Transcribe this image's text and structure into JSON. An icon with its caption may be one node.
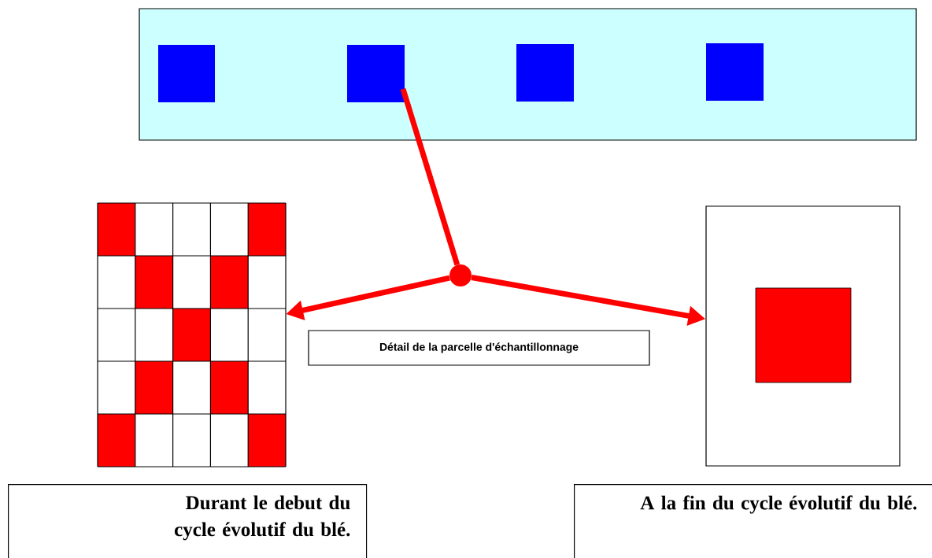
{
  "diagram": {
    "nodes": [
      {
        "text": [],
        "shape": "box"
      },
      {
        "text": [],
        "shape": "box",
        "in": 0
      },
      {
        "text": [],
        "shape": "box",
        "in": 0
      },
      {
        "text": [],
        "shape": "box",
        "in": 0
      },
      {
        "text": [],
        "shape": "box",
        "in": 0
      },
      {
        "text": [],
        "shape": "picture"
      },
      {
        "text": [],
        "shape": "box"
      },
      {
        "text": [],
        "shape": "box",
        "in": 6
      },
      {
        "text": [],
        "shape": "circle"
      },
      {
        "text": [
          "Détail de la parcelle d'échantillonnage"
        ]
      },
      {
        "text": [
          "Durant le debut du cycle évolutif du blé."
        ]
      },
      {
        "text": [
          "A la fin du cycle évolutif du blé."
        ]
      }
    ],
    "edges": [
      {
        "from": 2,
        "to": 8,
        "arrow": "none"
      },
      {
        "from": 8,
        "to": 5,
        "arrow": "to"
      },
      {
        "from": 8,
        "to": 6,
        "arrow": "to"
      }
    ]
  }
}
